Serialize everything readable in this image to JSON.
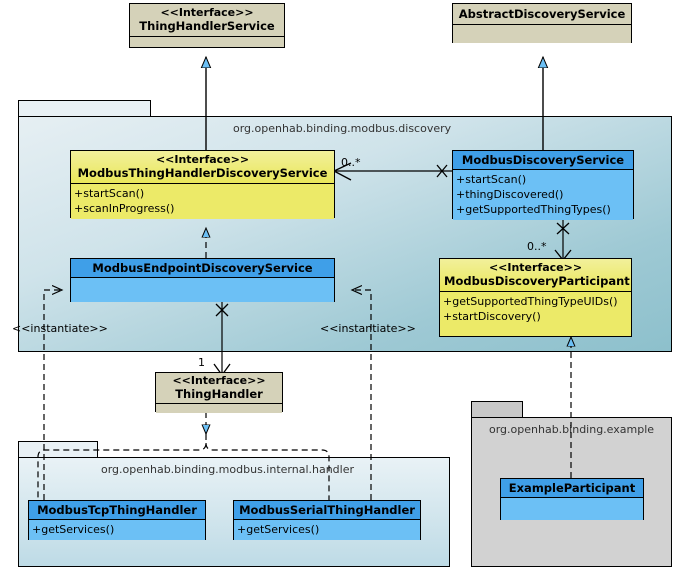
{
  "diagram": {
    "title": "Modbus binding discovery UML class diagram",
    "type": "uml-class-diagram"
  },
  "colors": {
    "interface_external": "#d5d2b9",
    "interface_yellow": "#ecea68",
    "class_blue": "#6cc0f5",
    "class_blue_header": "#3f9fe8",
    "package_discovery": "#9ec9d4",
    "package_handler": "#cfe4ec",
    "package_example": "#d2d2d2",
    "arrow_fill": "#6cc0f5",
    "line": "#000000"
  },
  "packages": [
    {
      "name": "pkg-discovery",
      "label": "org.openhab.binding.modbus.discovery"
    },
    {
      "name": "pkg-internal-handler",
      "label": "org.openhab.binding.modbus.internal.handler"
    },
    {
      "name": "pkg-example",
      "label": "org.openhab.binding.example"
    }
  ],
  "classes": [
    {
      "id": "thing-handler-service",
      "stereotype": "<<Interface>>",
      "name": "ThingHandlerService",
      "operations": []
    },
    {
      "id": "abstract-discovery-service",
      "stereotype": "",
      "name": "AbstractDiscoveryService",
      "operations": []
    },
    {
      "id": "modbus-thing-handler-discovery-service",
      "stereotype": "<<Interface>>",
      "name": "ModbusThingHandlerDiscoveryService",
      "operations": [
        "+startScan()",
        "+scanInProgress()"
      ]
    },
    {
      "id": "modbus-discovery-service",
      "stereotype": "",
      "name": "ModbusDiscoveryService",
      "operations": [
        "+startScan()",
        "+thingDiscovered()",
        "+getSupportedThingTypes()"
      ]
    },
    {
      "id": "modbus-endpoint-discovery-service",
      "stereotype": "",
      "name": "ModbusEndpointDiscoveryService",
      "operations": []
    },
    {
      "id": "modbus-discovery-participant",
      "stereotype": "<<Interface>>",
      "name": "ModbusDiscoveryParticipant",
      "operations": [
        "+getSupportedThingTypeUIDs()",
        "+startDiscovery()"
      ]
    },
    {
      "id": "thing-handler",
      "stereotype": "<<Interface>>",
      "name": "ThingHandler",
      "operations": []
    },
    {
      "id": "modbus-tcp-thing-handler",
      "stereotype": "",
      "name": "ModbusTcpThingHandler",
      "operations": [
        "+getServices()"
      ]
    },
    {
      "id": "modbus-serial-thing-handler",
      "stereotype": "",
      "name": "ModbusSerialThingHandler",
      "operations": [
        "+getServices()"
      ]
    },
    {
      "id": "example-participant",
      "stereotype": "",
      "name": "ExampleParticipant",
      "operations": []
    }
  ],
  "edge_labels": {
    "multiplicity_discovery_service_to_thing_handler_discovery": "0..*",
    "multiplicity_discovery_service_to_participant": "0..*",
    "multiplicity_endpoint_to_thing_handler": "1",
    "instantiate_left": "<<instantiate>>",
    "instantiate_right": "<<instantiate>>"
  }
}
